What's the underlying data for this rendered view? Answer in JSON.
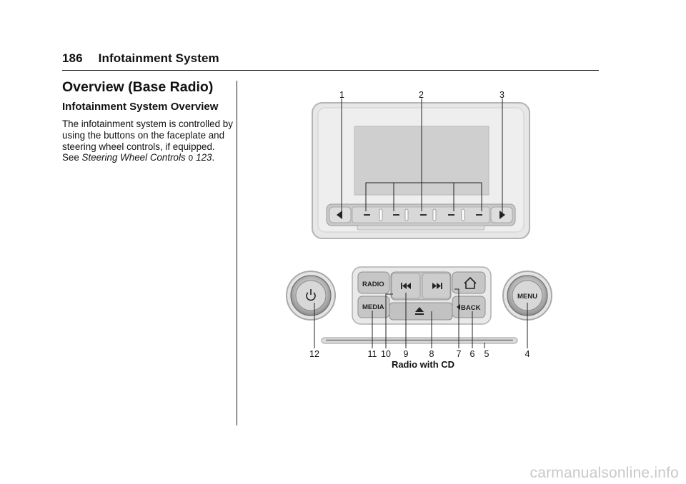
{
  "header": {
    "page_number": "186",
    "section": "Infotainment System"
  },
  "section_title": "Overview (Base Radio)",
  "subsection_title": "Infotainment System Overview",
  "body": {
    "text": "The infotainment system is controlled by using the buttons on the faceplate and steering wheel controls, if equipped. See ",
    "link_text": "Steering Wheel Controls",
    "ref_symbol": "0",
    "ref_page": "123",
    "end": "."
  },
  "figure": {
    "top_callouts": [
      "1",
      "2",
      "3"
    ],
    "bottom_callouts": [
      "12",
      "11",
      "10",
      "9",
      "8",
      "7",
      "6",
      "5",
      "4"
    ],
    "buttons": {
      "radio": "RADIO",
      "media": "MEDIA",
      "back": "BACK",
      "menu": "MENU"
    },
    "caption": "Radio with CD"
  },
  "watermark": "carmanualsonline.info"
}
